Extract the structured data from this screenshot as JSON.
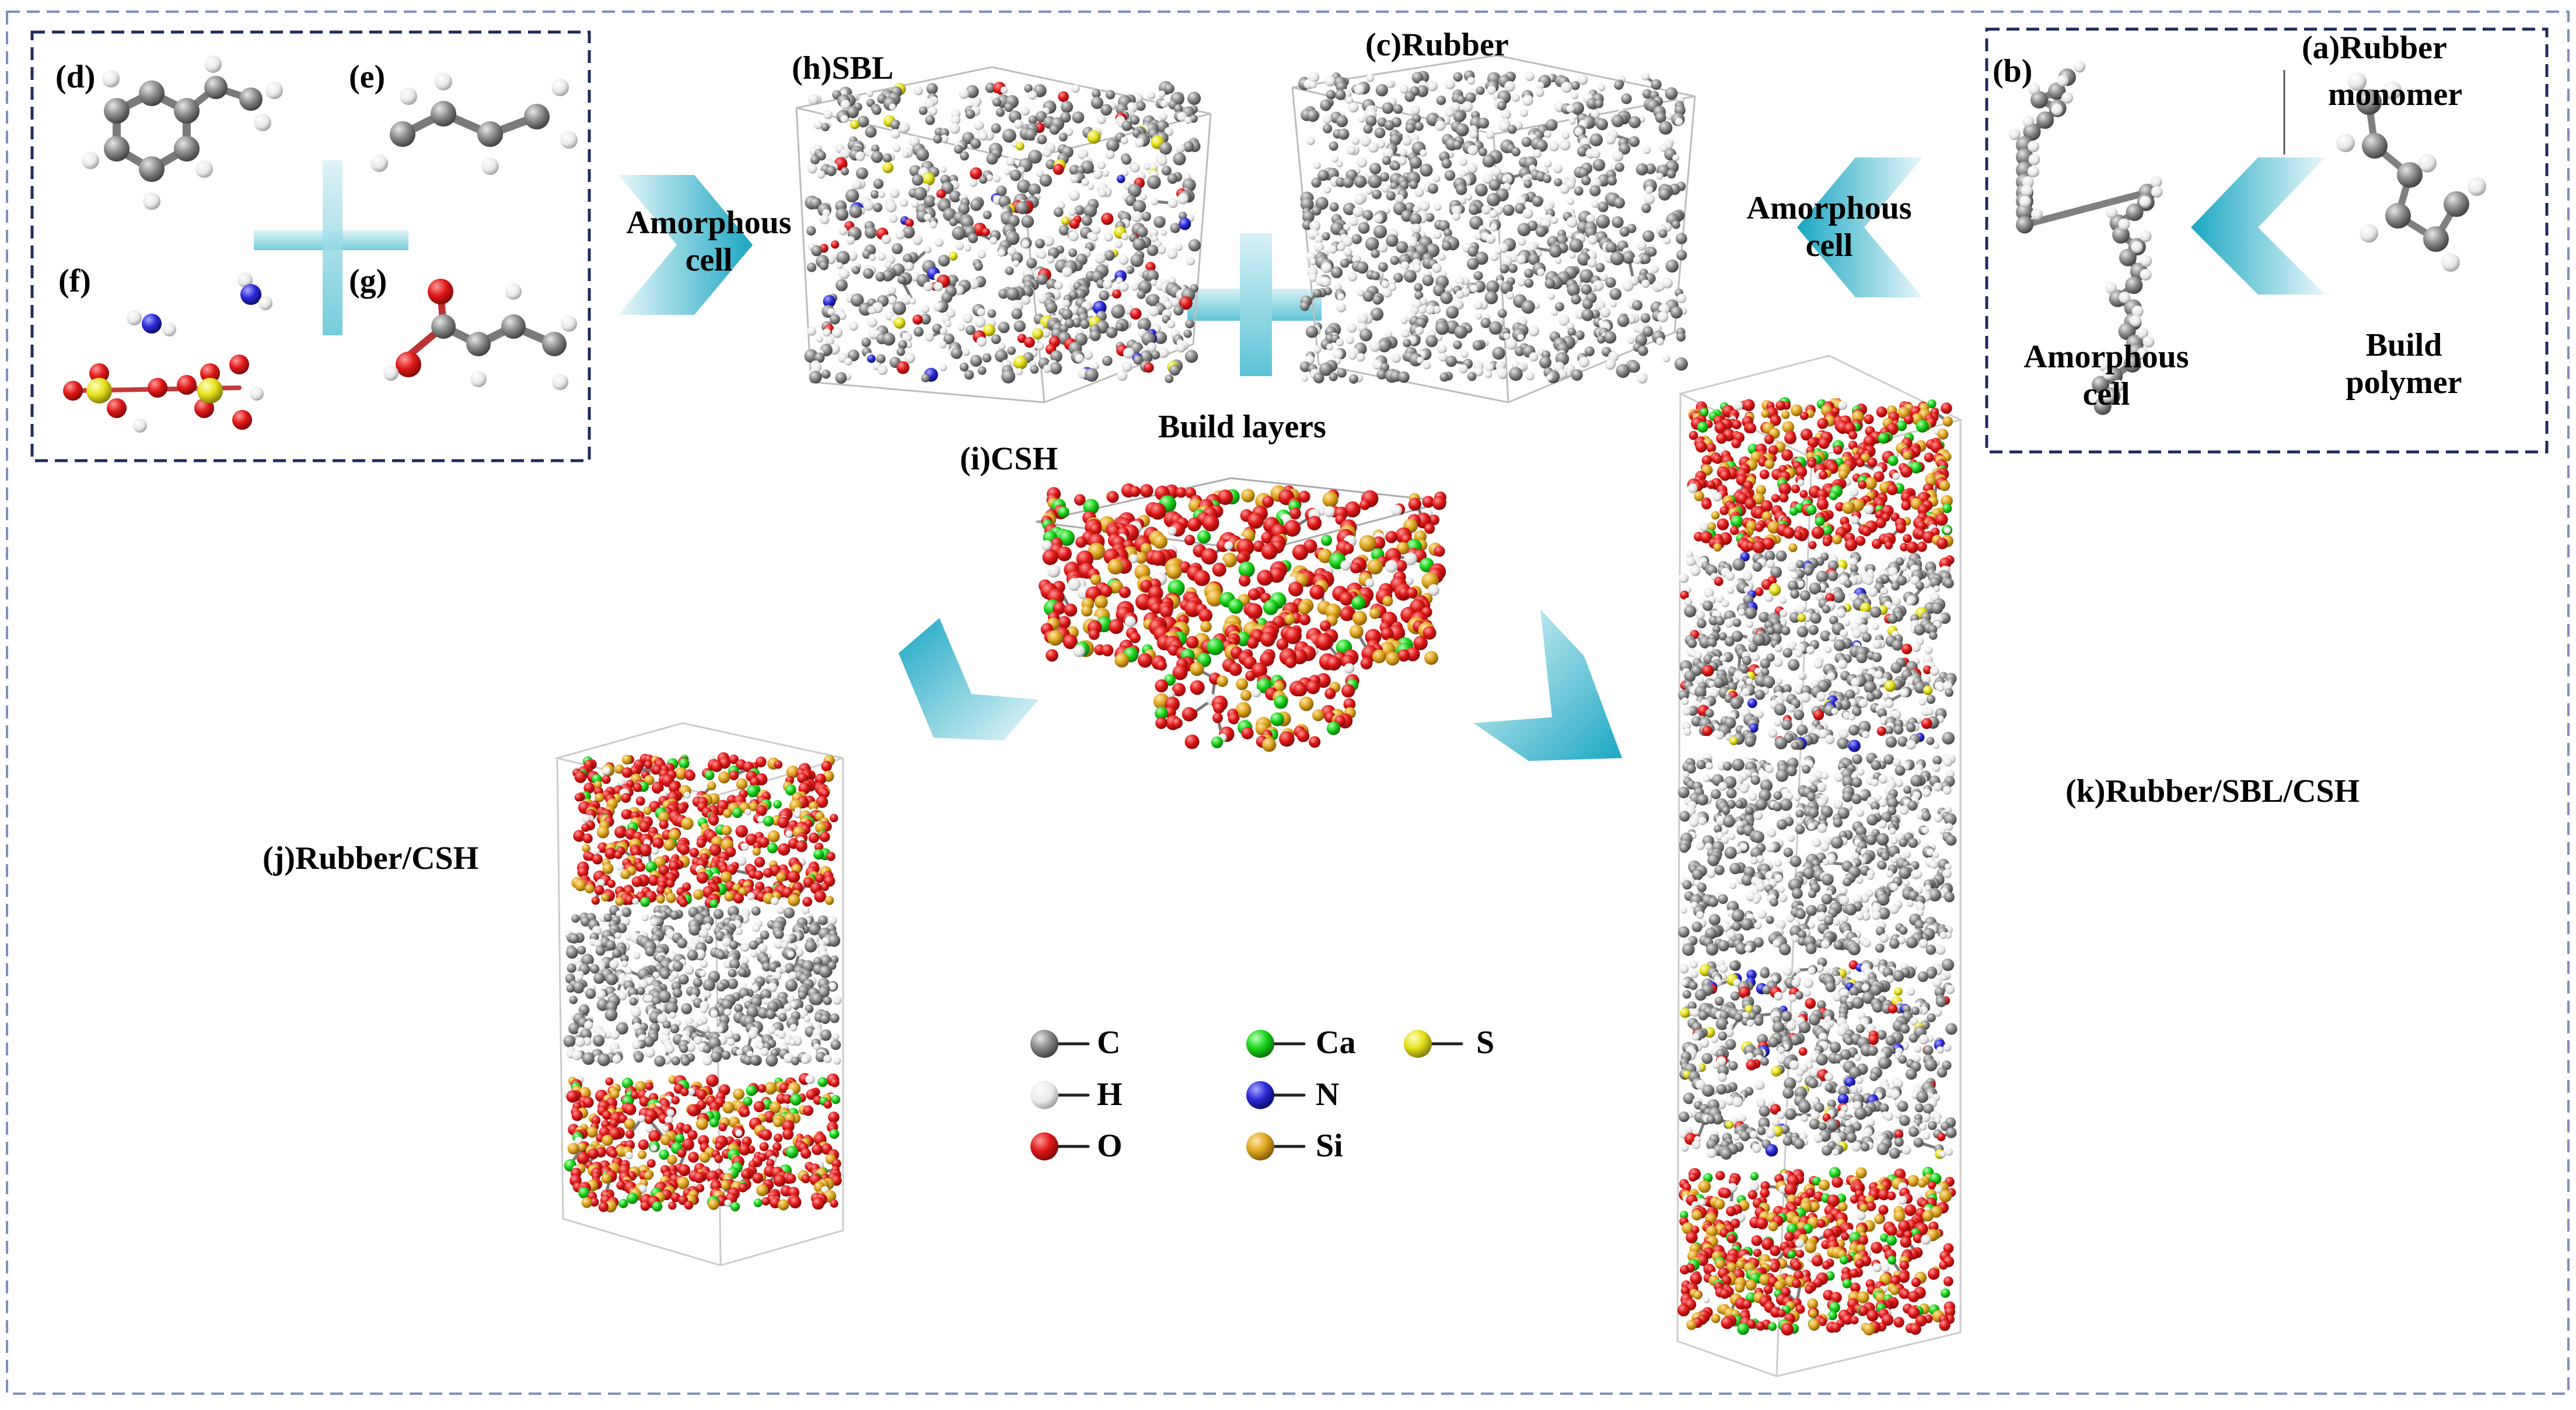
{
  "labels": {
    "d": "(d)",
    "e": "(e)",
    "f": "(f)",
    "g": "(g)",
    "h": "(h)SBL",
    "c": "(c)Rubber",
    "b": "(b)",
    "a_line1": "(a)Rubber",
    "a_line2": "monomer",
    "i": "(i)CSH",
    "j": "(j)Rubber/CSH",
    "k": "(k)Rubber/SBL/CSH"
  },
  "steps": {
    "amorphous_left_1": "Amorphous",
    "amorphous_left_2": "cell",
    "amorphous_right_1": "Amorphous",
    "amorphous_right_2": "cell",
    "amorphous_box_1": "Amorphous",
    "amorphous_box_2": "cell",
    "build_polymer_1": "Build",
    "build_polymer_2": "polymer",
    "build_layers": "Build layers"
  },
  "legend": [
    {
      "symbol": "C",
      "color": "#8c8c8c"
    },
    {
      "symbol": "Ca",
      "color": "#19d419"
    },
    {
      "symbol": "S",
      "color": "#e6e01a"
    },
    {
      "symbol": "H",
      "color": "#f2f2f2"
    },
    {
      "symbol": "N",
      "color": "#2a2ad6"
    },
    {
      "symbol": "O",
      "color": "#e01818"
    },
    {
      "symbol": "Si",
      "color": "#e0a61e"
    }
  ],
  "colors": {
    "frame": "#7f8fb8",
    "box": "#1f2a5c",
    "arrow": "#3bb3cc",
    "carbon": "#8c8c8c",
    "hydrogen": "#f0f0f0",
    "oxygen": "#e01818",
    "silicon": "#e0a61e",
    "calcium": "#19d419",
    "nitrogen": "#2a2ad6",
    "sulfur": "#e6e01a"
  }
}
